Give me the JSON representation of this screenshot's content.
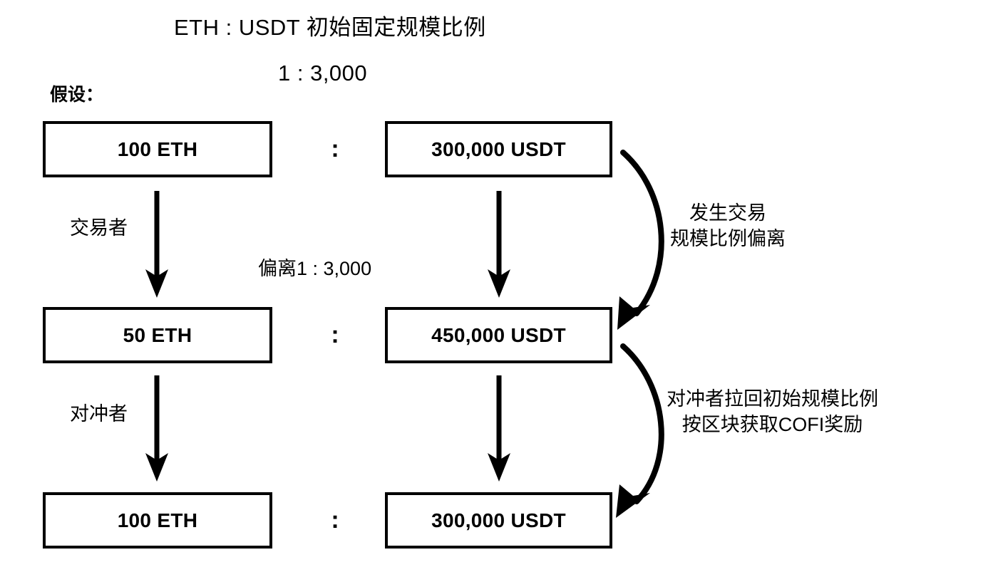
{
  "diagram": {
    "title_main": "ETH : USDT 初始固定规模比例",
    "title_sub": "1 : 3,000",
    "assume_label": "假设：",
    "ratio_separator": ":",
    "rows": [
      {
        "left": "100 ETH",
        "right": "300,000 USDT"
      },
      {
        "left": "50 ETH",
        "right": "450,000 USDT"
      },
      {
        "left": "100 ETH",
        "right": "300,000 USDT"
      }
    ],
    "edge_labels": {
      "trader": "交易者",
      "hedger": "对冲者",
      "deviation": "偏离1 : 3,000"
    },
    "side_notes": {
      "trade_line1": "发生交易",
      "trade_line2": "规模比例偏离",
      "hedge_line1": "对冲者拉回初始规模比例",
      "hedge_line2": "按区块获取COFI奖励"
    },
    "colors": {
      "stroke": "#000000",
      "background": "#ffffff",
      "text": "#000000"
    }
  }
}
